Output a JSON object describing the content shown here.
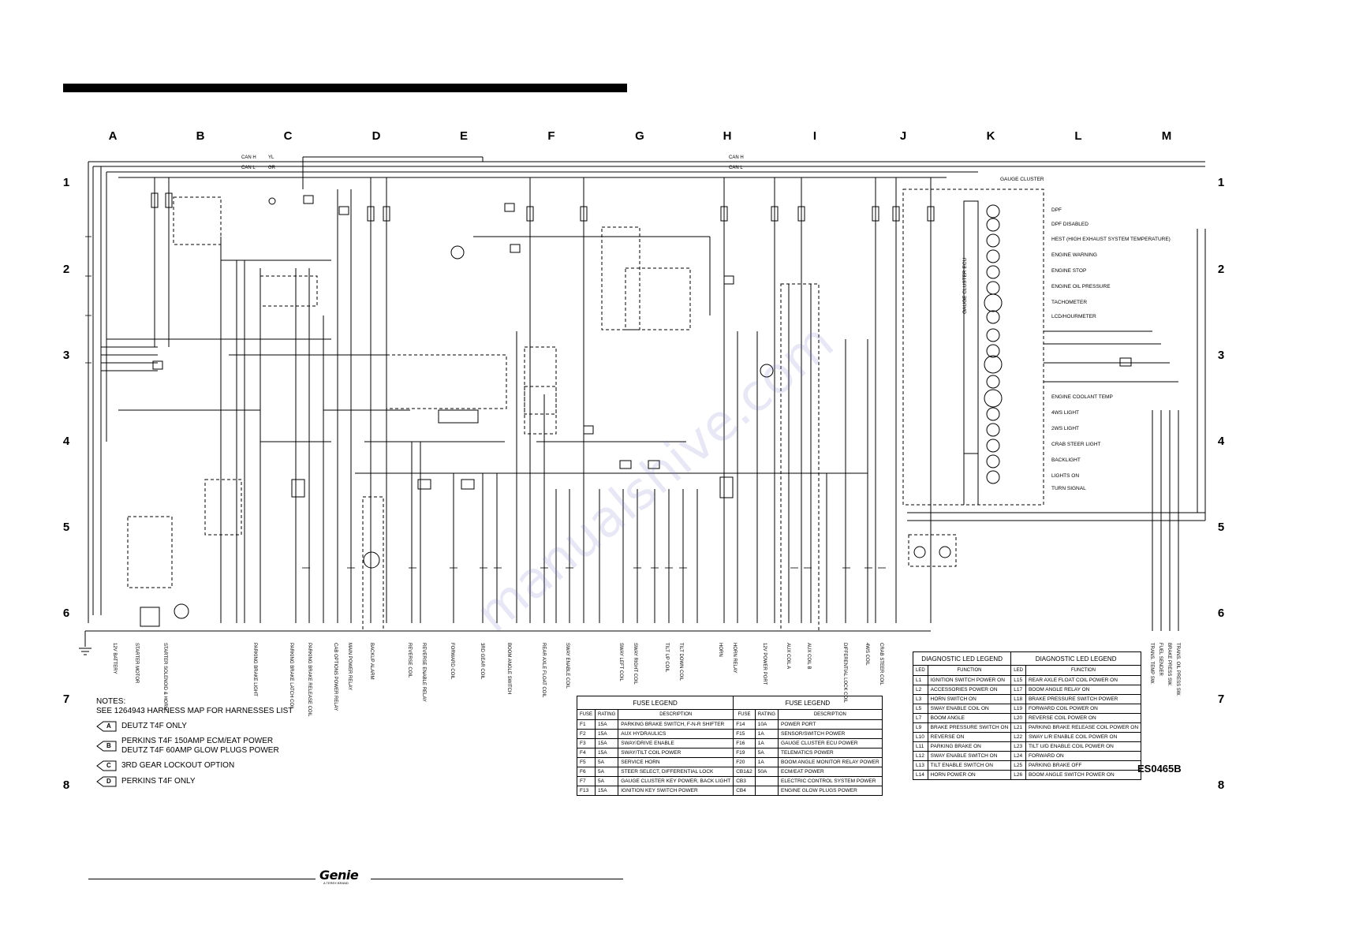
{
  "columns": [
    "A",
    "B",
    "C",
    "D",
    "E",
    "F",
    "G",
    "H",
    "I",
    "J",
    "K",
    "L",
    "M"
  ],
  "rows": [
    "1",
    "2",
    "3",
    "4",
    "5",
    "6",
    "7",
    "8"
  ],
  "doc_number": "ES0465B",
  "logo": {
    "brand": "Genie",
    "sub": "A TEREX BRAND"
  },
  "watermark": "manualshive.com",
  "notes": {
    "title": "NOTES:",
    "line1": "SEE 1264943 HARNESS MAP FOR HARNESSES LIST",
    "items": [
      {
        "tag": "A",
        "text": "DEUTZ T4F ONLY"
      },
      {
        "tag": "B",
        "text": "PERKINS T4F 150AMP ECM/EAT POWER\nDEUTZ T4F 60AMP GLOW PLUGS POWER"
      },
      {
        "tag": "C",
        "text": "3RD GEAR LOCKOUT OPTION"
      },
      {
        "tag": "D",
        "text": "PERKINS T4F ONLY"
      }
    ]
  },
  "fuse_legend": {
    "title": "FUSE LEGEND",
    "headers": [
      "FUSE",
      "RATING",
      "DESCRIPTION"
    ],
    "left": [
      [
        "F1",
        "15A",
        "PARKING BRAKE SWITCH, F-N-R SHIFTER"
      ],
      [
        "F2",
        "15A",
        "AUX HYDRAULICS"
      ],
      [
        "F3",
        "15A",
        "SWAY/DRIVE ENABLE"
      ],
      [
        "F4",
        "15A",
        "SWAY/TILT COIL POWER"
      ],
      [
        "F5",
        "5A",
        "SERVICE HORN"
      ],
      [
        "F6",
        "5A",
        "STEER SELECT, DIFFERENTIAL LOCK"
      ],
      [
        "F7",
        "5A",
        "GAUGE CLUSTER KEY POWER, BACK LIGHT"
      ],
      [
        "F13",
        "15A",
        "IGNITION KEY SWITCH POWER"
      ]
    ],
    "right": [
      [
        "F14",
        "10A",
        "POWER PORT"
      ],
      [
        "F15",
        "1A",
        "SENSOR/SWITCH POWER"
      ],
      [
        "F16",
        "1A",
        "GAUGE CLUSTER ECU POWER"
      ],
      [
        "F19",
        "5A",
        "TELEMATICS POWER"
      ],
      [
        "F20",
        "1A",
        "BOOM ANGLE MONITOR RELAY POWER"
      ],
      [
        "CB1&2",
        "50A",
        "ECM/EAT POWER"
      ],
      [
        "CB3",
        "",
        "ELECTRIC CONTROL SYSTEM POWER"
      ],
      [
        "CB4",
        "",
        "ENGINE GLOW PLUGS POWER"
      ]
    ]
  },
  "led_legend": {
    "title": "DIAGNOSTIC LED LEGEND",
    "headers": [
      "LED",
      "FUNCTION"
    ],
    "left": [
      [
        "L1",
        "IGNITION SWITCH POWER ON"
      ],
      [
        "L2",
        "ACCESSORIES POWER ON"
      ],
      [
        "L3",
        "HORN SWITCH ON"
      ],
      [
        "L5",
        "SWAY ENABLE COIL ON"
      ],
      [
        "L7",
        "BOOM ANGLE"
      ],
      [
        "L9",
        "BRAKE PRESSURE SWITCH ON"
      ],
      [
        "L10",
        "REVERSE ON"
      ],
      [
        "L11",
        "PARKING BRAKE ON"
      ],
      [
        "L12",
        "SWAY ENABLE SWITCH ON"
      ],
      [
        "L13",
        "TILT ENABLE SWITCH ON"
      ],
      [
        "L14",
        "HORN POWER ON"
      ]
    ],
    "right": [
      [
        "L15",
        "REAR AXLE FLOAT COIL POWER ON"
      ],
      [
        "L17",
        "BOOM ANGLE RELAY ON"
      ],
      [
        "L18",
        "BRAKE PRESSURE SWITCH POWER"
      ],
      [
        "L19",
        "FORWARD COIL POWER ON"
      ],
      [
        "L20",
        "REVERSE COIL POWER ON"
      ],
      [
        "L21",
        "PARKING BRAKE RELEASE COIL POWER ON"
      ],
      [
        "L22",
        "SWAY L/R ENABLE COIL POWER ON"
      ],
      [
        "L23",
        "TILT U/D ENABLE COIL POWER ON"
      ],
      [
        "L24",
        "FORWARD ON"
      ],
      [
        "L25",
        "PARKING BRAKE OFF"
      ],
      [
        "L26",
        "BOOM ANGLE SWITCH POWER ON"
      ]
    ]
  },
  "gauge_cluster": {
    "title": "GAUGE CLUSTER",
    "ecu": "GAUGE CLUSTER ECU",
    "items": [
      "DPF",
      "DPF DISABLED",
      "HEST (HIGH EXHAUST SYSTEM TEMPERATURE)",
      "ENGINE WARNING",
      "ENGINE STOP",
      "ENGINE OIL PRESSURE",
      "TACHOMETER",
      "LCD/HOURMETER",
      "",
      "",
      "",
      "ENGINE COOLANT TEMP",
      "4WS LIGHT",
      "2WS LIGHT",
      "CRAB STEER LIGHT",
      "BACKLIGHT",
      "LIGHTS ON",
      "TURN SIGNAL"
    ]
  },
  "bus_labels": [
    "CAN H",
    "CAN L",
    "YL",
    "GR"
  ],
  "bottom_labels": [
    "12V BATTERY",
    "STARTER MOTOR",
    "STARTER SOLENOID & HORN",
    "PARKING BRAKE LIGHT",
    "PARKING BRAKE LATCH COIL",
    "PARKING BRAKE RELEASE COIL",
    "CAB OPTIONS POWER RELAY",
    "MAIN POWER RELAY",
    "BACKUP ALARM",
    "REVERSE COIL",
    "REVERSE ENABLE RELAY",
    "FORWARD COIL",
    "3RD GEAR COIL",
    "BOOM ANGLE SWITCH",
    "REAR AXLE FLOAT COIL",
    "SWAY ENABLE COIL",
    "SWAY LEFT COIL",
    "SWAY RIGHT COIL",
    "TILT UP COIL",
    "TILT DOWN COIL",
    "HORN",
    "HORN RELAY",
    "12V POWER PORT",
    "AUX COIL A",
    "AUX COIL B",
    "DIFFERENTIAL LOCK COIL",
    "4WS COIL",
    "CRAB STEER COIL",
    "TRANS. TEMP SW.",
    "FUEL SENDER",
    "BRAKE PRESS SW.",
    "TRANS. OIL PRESS SW."
  ]
}
